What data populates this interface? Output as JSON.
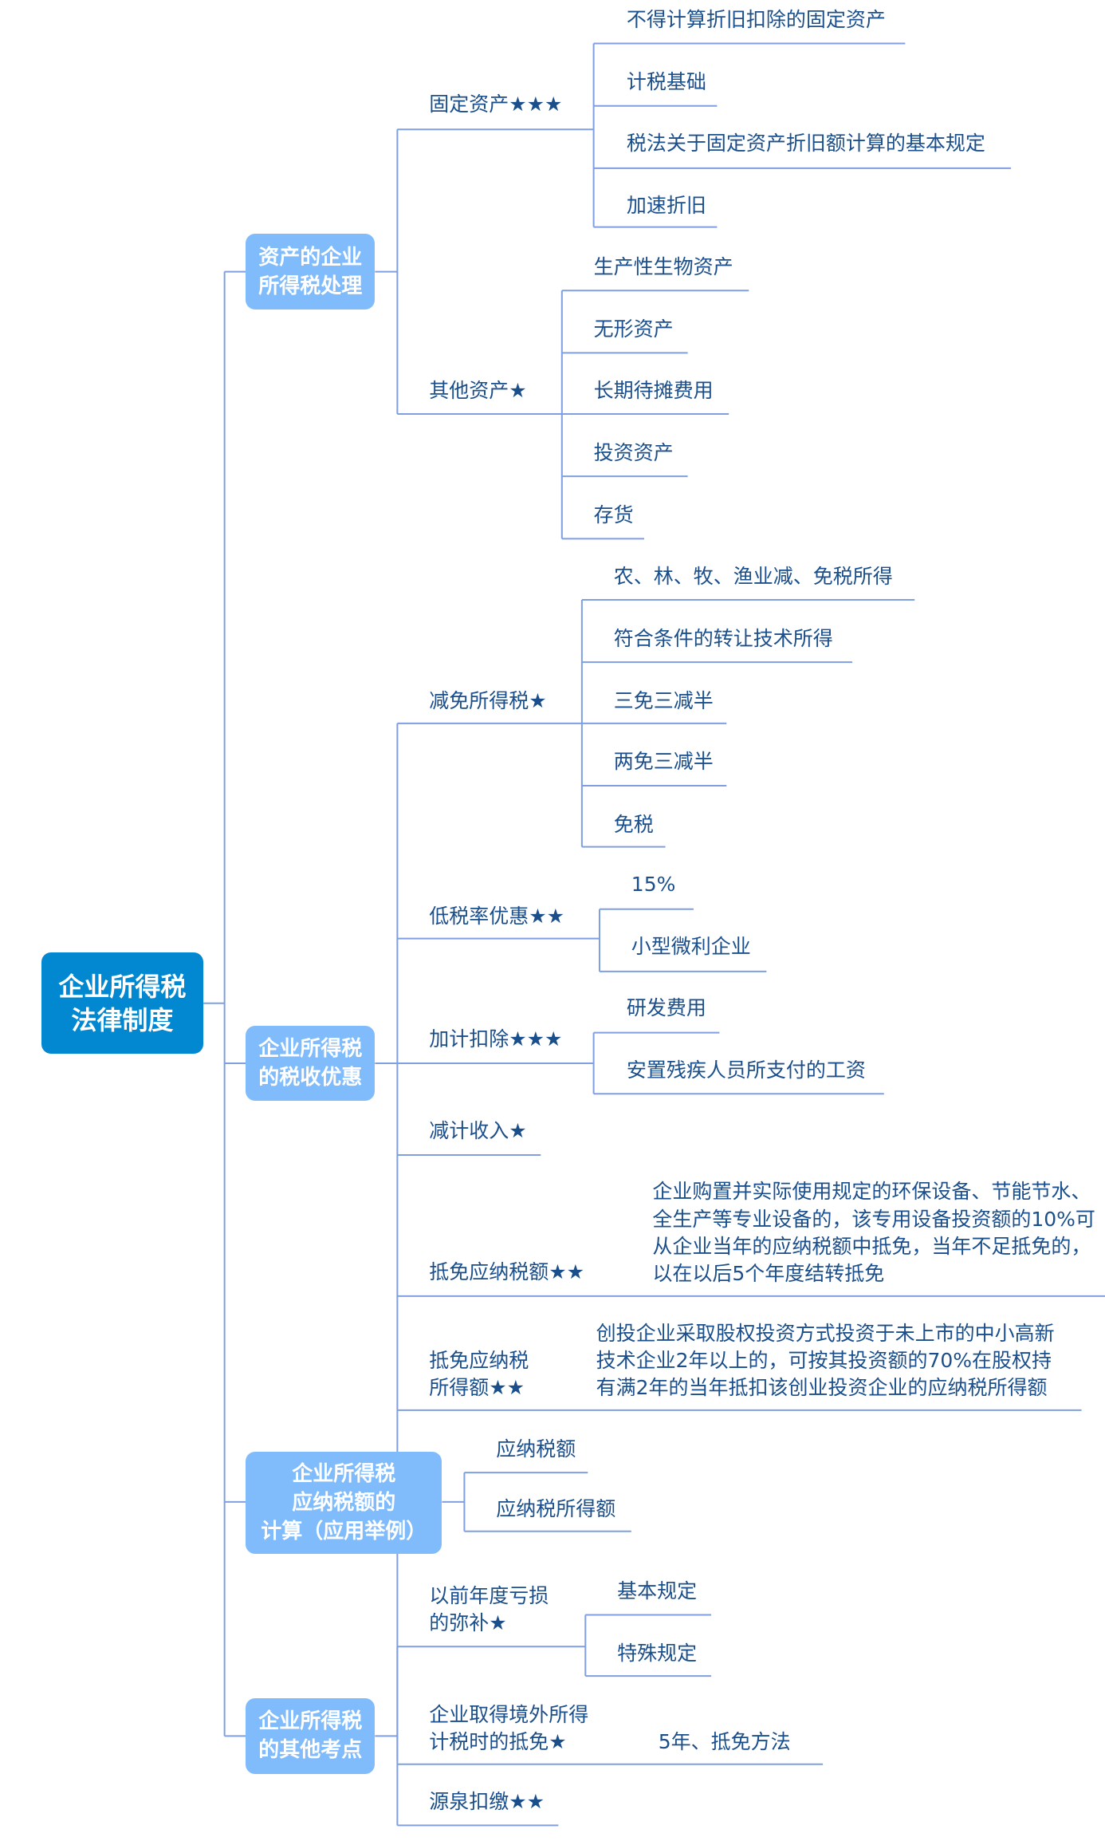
{
  "root": {
    "lines": [
      "企业所得税",
      "法律制度"
    ]
  },
  "colors": {
    "root": "#0288d1",
    "branch": "#80bcfb",
    "line": "#7f9fe0",
    "text": "#1b4f8c"
  },
  "branches": [
    {
      "title": [
        "资产的企业",
        "所得税处理"
      ],
      "children": [
        {
          "label": [
            "固定资产★★★"
          ],
          "children": [
            "不得计算折旧扣除的固定资产",
            "计税基础",
            "税法关于固定资产折旧额计算的基本规定",
            "加速折旧"
          ]
        },
        {
          "label": [
            "其他资产★"
          ],
          "children": [
            "生产性生物资产",
            "无形资产",
            "长期待摊费用",
            "投资资产",
            "存货"
          ]
        }
      ]
    },
    {
      "title": [
        "企业所得税",
        "的税收优惠"
      ],
      "children": [
        {
          "label": [
            "减免所得税★"
          ],
          "children": [
            "农、林、牧、渔业减、免税所得",
            "符合条件的转让技术所得",
            "三免三减半",
            "两免三减半",
            "免税"
          ]
        },
        {
          "label": [
            "低税率优惠★★"
          ],
          "children": [
            "15%",
            "小型微利企业"
          ]
        },
        {
          "label": [
            "加计扣除★★★"
          ],
          "children": [
            "研发费用",
            "安置残疾人员所支付的工资"
          ]
        },
        {
          "label": [
            "减计收入★"
          ],
          "children": []
        },
        {
          "label": [
            "抵免应纳税额★★"
          ],
          "note": [
            "企业购置并实际使用规定的环保设备、节能节水、",
            "全生产等专业设备的，该专用设备投资额的10%可",
            "从企业当年的应纳税额中抵免，当年不足抵免的，",
            "以在以后5个年度结转抵免"
          ]
        },
        {
          "label": [
            "抵免应纳税",
            "所得额★★"
          ],
          "note": [
            "创投企业采取股权投资方式投资于未上市的中小高新",
            "技术企业2年以上的，可按其投资额的70%在股权持",
            "有满2年的当年抵扣该创业投资企业的应纳税所得额"
          ]
        }
      ]
    },
    {
      "title": [
        "企业所得税",
        "应纳税额的",
        "计算（应用举例）"
      ],
      "children": [
        {
          "label": [
            "应纳税额"
          ]
        },
        {
          "label": [
            "应纳税所得额"
          ]
        }
      ]
    },
    {
      "title": [
        "企业所得税",
        "的其他考点"
      ],
      "children": [
        {
          "label": [
            "以前年度亏损",
            "的弥补★"
          ],
          "children": [
            "基本规定",
            "特殊规定"
          ]
        },
        {
          "label": [
            "企业取得境外所得",
            "计税时的抵免★"
          ],
          "children": [
            "5年、抵免方法"
          ]
        },
        {
          "label": [
            "源泉扣缴★★"
          ],
          "children": []
        }
      ]
    }
  ]
}
